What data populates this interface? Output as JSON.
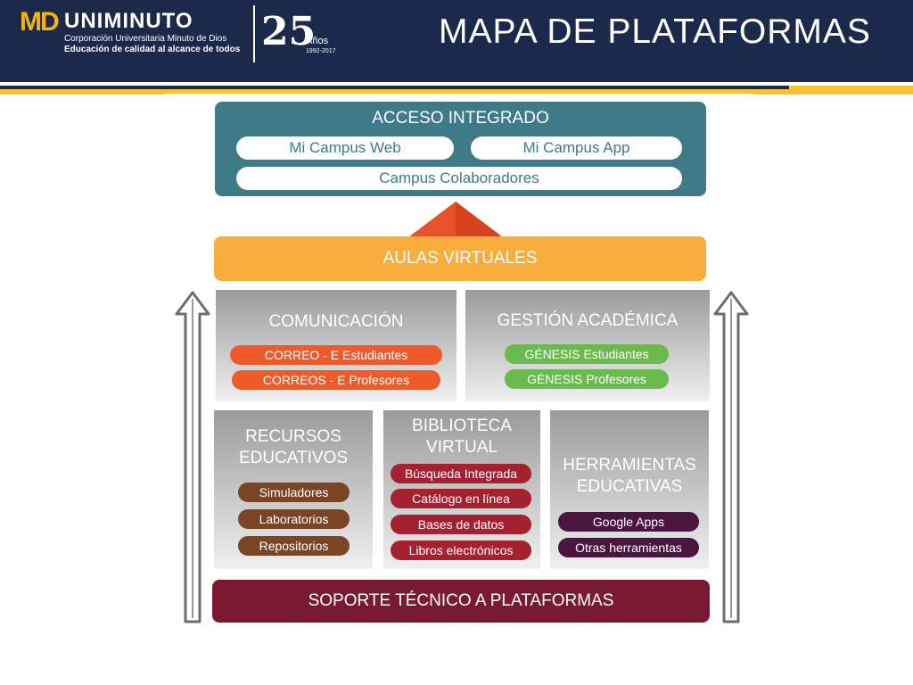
{
  "header": {
    "logo_md": "MD",
    "logo_name": "UNIMINUTO",
    "logo_sub1": "Corporación Universitaria Minuto de Dios",
    "logo_sub2": "Educación de calidad al alcance de todos",
    "anniv_number": "25",
    "anniv_word": "Años",
    "anniv_years": "1992-2017",
    "title": "MAPA DE PLATAFORMAS"
  },
  "acceso": {
    "title": "ACCESO INTEGRADO",
    "items": [
      "Mi Campus Web",
      "Mi Campus App",
      "Campus Colaboradores"
    ]
  },
  "aulas": {
    "label": "AULAS VIRTUALES"
  },
  "comunicacion": {
    "title": "COMUNICACIÓN",
    "items": [
      "CORREO - E Estudiantes",
      "CORREOS - E Profesores"
    ]
  },
  "gestion": {
    "title": "GESTIÓN ACADÉMICA",
    "items": [
      "GÉNESIS Estudiantes",
      "GÉNESIS Profesores"
    ]
  },
  "recursos": {
    "title_line1": "RECURSOS",
    "title_line2": "EDUCATIVOS",
    "items": [
      "Simuladores",
      "Laboratorios",
      "Repositorios"
    ]
  },
  "biblioteca": {
    "title_line1": "BIBLIOTECA",
    "title_line2": "VIRTUAL",
    "items": [
      "Búsqueda Integrada",
      "Catálogo en línea",
      "Bases de datos",
      "Libros electrónicos"
    ]
  },
  "herramientas": {
    "title_line1": "HERRAMIENTAS",
    "title_line2": "EDUCATIVAS",
    "items": [
      "Google Apps",
      "Otras herramientas"
    ]
  },
  "soporte": {
    "label": "SOPORTE TÉCNICO A PLATAFORMAS"
  },
  "colors": {
    "navy": "#1b2a4a",
    "teal": "#3f7a89",
    "aulas": "#f8ad3c",
    "orange": "#ef5a2a",
    "green": "#6aba4f",
    "brown": "#7b4424",
    "red": "#a4212f",
    "purple": "#4a1640",
    "soporte": "#7a1a32",
    "yellow": "#f6c431"
  },
  "icons": [
    "up-arrow-icon",
    "triangle-icon"
  ]
}
